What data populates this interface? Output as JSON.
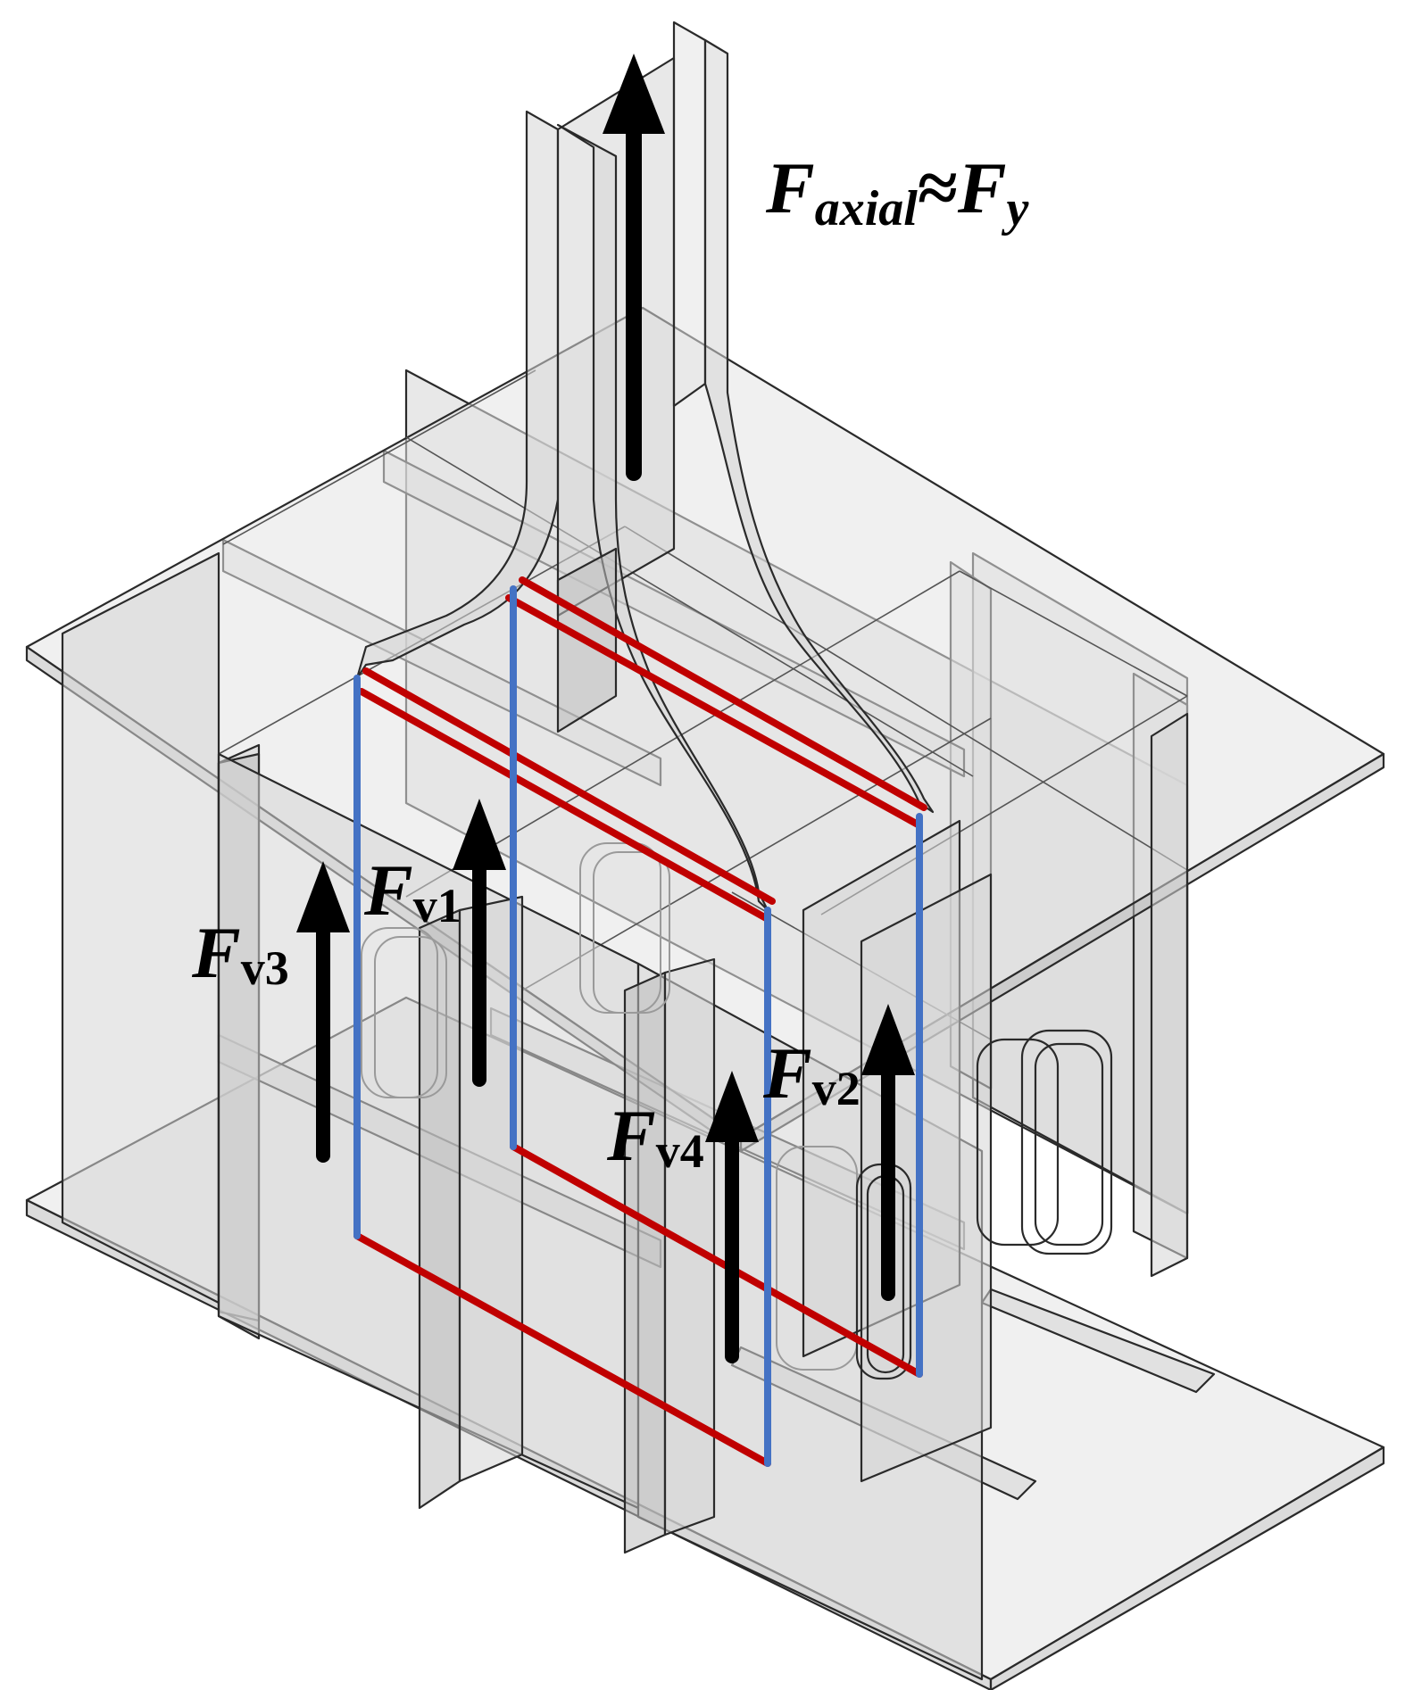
{
  "diagram": {
    "labels": {
      "axial_main": "F",
      "axial_sub": "axial",
      "approx": "≈",
      "fy_main": "F",
      "fy_sub": "y",
      "fv1_main": "F",
      "fv1_sub": "v1",
      "fv2_main": "F",
      "fv2_sub": "v2",
      "fv3_main": "F",
      "fv3_sub": "v3",
      "fv4_main": "F",
      "fv4_sub": "v4"
    },
    "colors": {
      "background": "#ffffff",
      "steel_plate": "#d6d6d6",
      "outline": "#2a2a2a",
      "arrow": "#000000",
      "horizontal_cut_line": "#c00000",
      "vertical_cut_line": "#4472c4"
    },
    "icons": [
      "up-arrow-icon"
    ]
  }
}
